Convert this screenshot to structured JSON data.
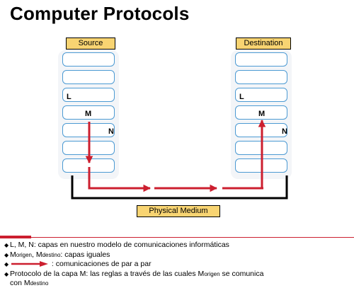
{
  "title": "Computer Protocols",
  "source_label": "Source",
  "destination_label": "Destination",
  "medium_label": "Physical Medium",
  "layer_labels": {
    "l": "L",
    "m": "M",
    "n": "N"
  },
  "colors": {
    "tag_fill": "#f8d472",
    "layer_border": "#4c9ad3",
    "arrow": "#cc1f2f",
    "cable": "#000000",
    "rule": "#cc1f2f"
  },
  "notes": {
    "n1": "L, M, N: capas en nuestro modelo de comunicaciones informáticas",
    "n2_a": "M",
    "n2_sub1": "origen",
    "n2_b": ", M",
    "n2_sub2": "destino",
    "n2_c": ": capas iguales",
    "n3": ": comunicaciones de par a par",
    "n4_a": "Protocolo de la capa M: las reglas a través de las cuales M",
    "n4_sub1": "origen",
    "n4_b": " se comunica",
    "n5_a": "con M",
    "n5_sub2": "destino"
  }
}
